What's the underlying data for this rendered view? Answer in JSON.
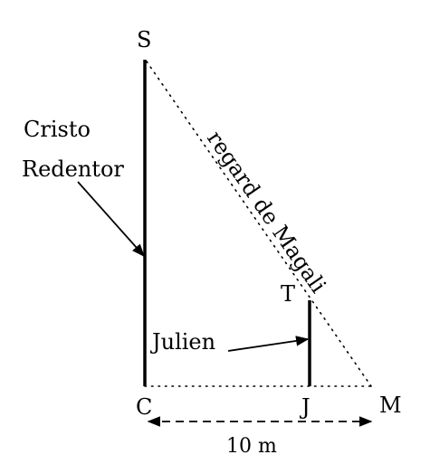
{
  "points": {
    "S": "S",
    "C": "C",
    "T": "T",
    "J": "J",
    "M": "M"
  },
  "labels": {
    "statue_line1": "Cristo",
    "statue_line2": "Redentor",
    "person": "Julien",
    "sight_line": "regard de Magali",
    "distance": "10 m"
  },
  "colors": {
    "ink": "#000000",
    "background": "#ffffff"
  }
}
